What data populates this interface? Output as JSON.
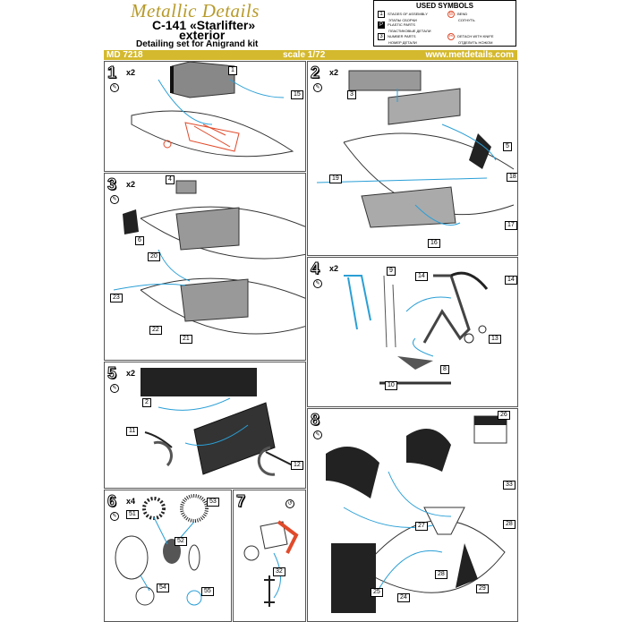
{
  "header": {
    "brand": "Metallic Details",
    "title": "C-141 «Starlifter»",
    "subtitle": "exterior",
    "detailing": "Detailing set for Anigrand kit"
  },
  "symbols": {
    "title": "USED SYMBOLS",
    "items": [
      {
        "icon": "1",
        "en": "STAGES OF ASSEMBLY",
        "ru": "ЭТАПЫ СБОРКИ"
      },
      {
        "icon": "B",
        "en": "BEND",
        "ru": "СОГНУТЬ"
      },
      {
        "icon": "P",
        "en": "PLASTIC PARTS",
        "ru": "ПЛАСТИКОВЫЕ ДЕТАЛИ"
      },
      {
        "icon": "3",
        "en": "NUMBER PARTS",
        "ru": "НОМЕР ДЕТАЛИ"
      },
      {
        "icon": "✂",
        "en": "DETACH WITH KNIFE",
        "ru": "ОТДЕЛИТЬ НОЖОМ"
      }
    ]
  },
  "banner": {
    "code": "MD 7218",
    "scale": "scale 1/72",
    "url": "www.metdetails.com"
  },
  "panels": [
    {
      "step": "1",
      "mult": "x2",
      "callouts": [
        "1",
        "15"
      ]
    },
    {
      "step": "2",
      "mult": "x2",
      "callouts": [
        "3",
        "5",
        "19",
        "18",
        "17",
        "16"
      ]
    },
    {
      "step": "3",
      "mult": "x2",
      "callouts": [
        "4",
        "6",
        "20",
        "23",
        "22",
        "21"
      ]
    },
    {
      "step": "4",
      "mult": "x2",
      "callouts": [
        "9",
        "14",
        "14",
        "13",
        "8",
        "10"
      ]
    },
    {
      "step": "5",
      "mult": "x2",
      "callouts": [
        "2",
        "11",
        "12"
      ]
    },
    {
      "step": "6",
      "mult": "x4",
      "callouts": [
        "51",
        "53",
        "52",
        "54",
        "55"
      ]
    },
    {
      "step": "7",
      "mult": "",
      "callouts": [
        "32"
      ]
    },
    {
      "step": "8",
      "mult": "",
      "callouts": [
        "26",
        "33",
        "27",
        "28",
        "25",
        "24",
        "28",
        "29"
      ]
    }
  ],
  "colors": {
    "accent": "#d4b92e",
    "line": "#2a9fd6",
    "brand": "#b79a2a",
    "red": "#e04a2a"
  }
}
